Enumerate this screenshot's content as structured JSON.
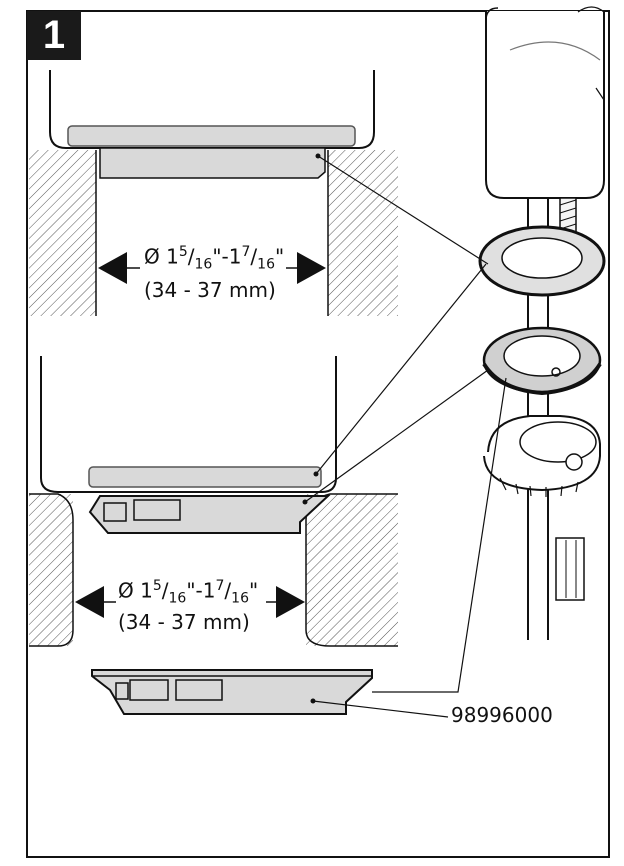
{
  "step": {
    "number": "1"
  },
  "dimensions": [
    {
      "symbol": "Ø",
      "whole1": "1",
      "num1": "5",
      "den1": "16",
      "sep": "\"-",
      "whole2": "1",
      "num2": "7",
      "den2": "16",
      "unit": "\"",
      "metric": "(34 - 37 mm)"
    },
    {
      "symbol": "Ø",
      "whole1": "1",
      "num1": "5",
      "den1": "16",
      "sep": "\"-",
      "whole2": "1",
      "num2": "7",
      "den2": "16",
      "unit": "\"",
      "metric": "(34 - 37 mm)"
    }
  ],
  "part_number": "98996000",
  "colors": {
    "ink": "#111111",
    "part_fill": "#d9d9d9",
    "hatch": "#555555"
  }
}
